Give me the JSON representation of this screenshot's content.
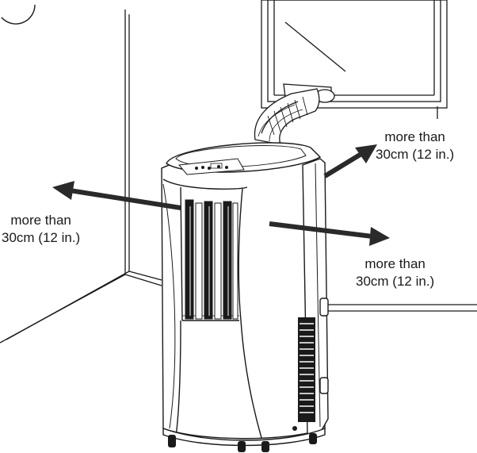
{
  "clearance_labels": {
    "right_top": {
      "line1": "more than",
      "line2": "30cm (12 in.)"
    },
    "left": {
      "line1": "more than",
      "line2": "30cm (12 in.)"
    },
    "right_bottom": {
      "line1": "more than",
      "line2": "30cm (12 in.)"
    }
  },
  "colors": {
    "line": "#1a1a1a",
    "arrow": "#2a2a2a",
    "background": "#ffffff",
    "grille_dark": "#1a1a1a"
  }
}
